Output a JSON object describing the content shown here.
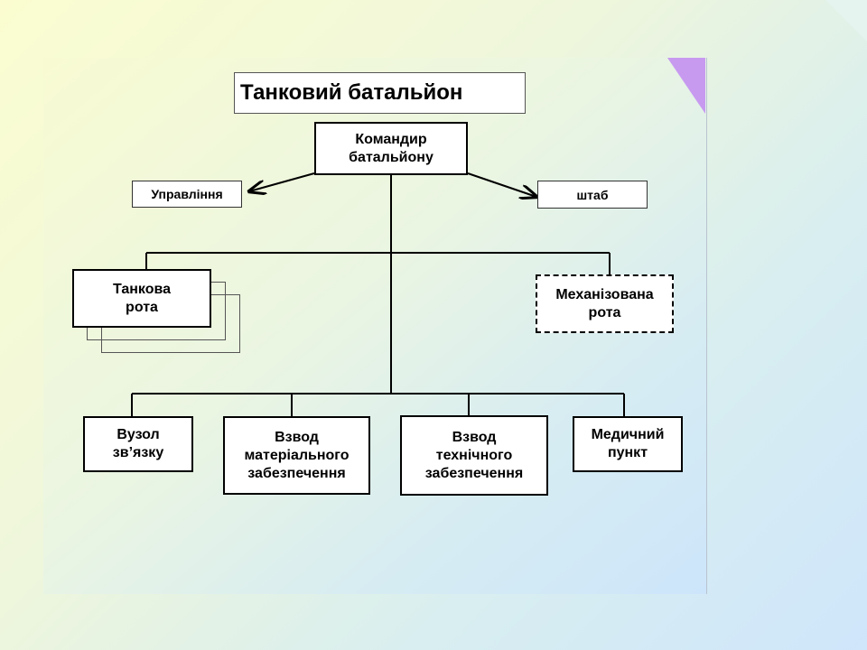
{
  "title": "Танковий батальйон",
  "nodes": {
    "commander": "Командир\nбатальйону",
    "management": "Управління",
    "staff": "штаб",
    "tank_company": "Танкова\nрота",
    "mech_company": "Механізована\nрота",
    "signal_node": "Вузол\nзв’язку",
    "supply_platoon": "Взвод\nматеріального\nзабезпечення",
    "tech_platoon": "Взвод\nтехнічного\nзабезпечення",
    "medical_point": "Медичний\nпункт"
  }
}
